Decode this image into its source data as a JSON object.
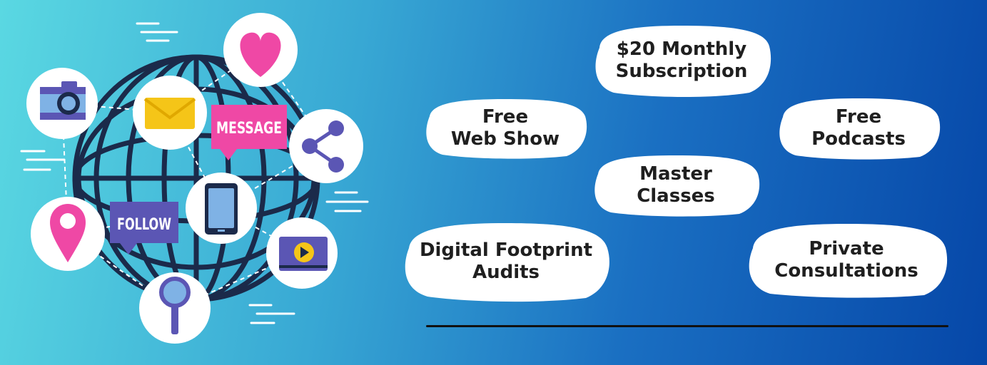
{
  "illustration": {
    "message_label": "MESSAGE",
    "follow_label": "FOLLOW",
    "colors": {
      "globe": "#1b2a4a",
      "pink": "#ef48a5",
      "purple": "#5b56b4",
      "yellow": "#f5c518",
      "light_blue": "#7fb2e5"
    }
  },
  "offerings": [
    {
      "label": "$20 Monthly\nSubscription"
    },
    {
      "label": "Free\nWeb Show"
    },
    {
      "label": "Free\nPodcasts"
    },
    {
      "label": "Master\nClasses"
    },
    {
      "label": "Digital Footprint\nAudits"
    },
    {
      "label": "Private\nConsultations"
    }
  ]
}
